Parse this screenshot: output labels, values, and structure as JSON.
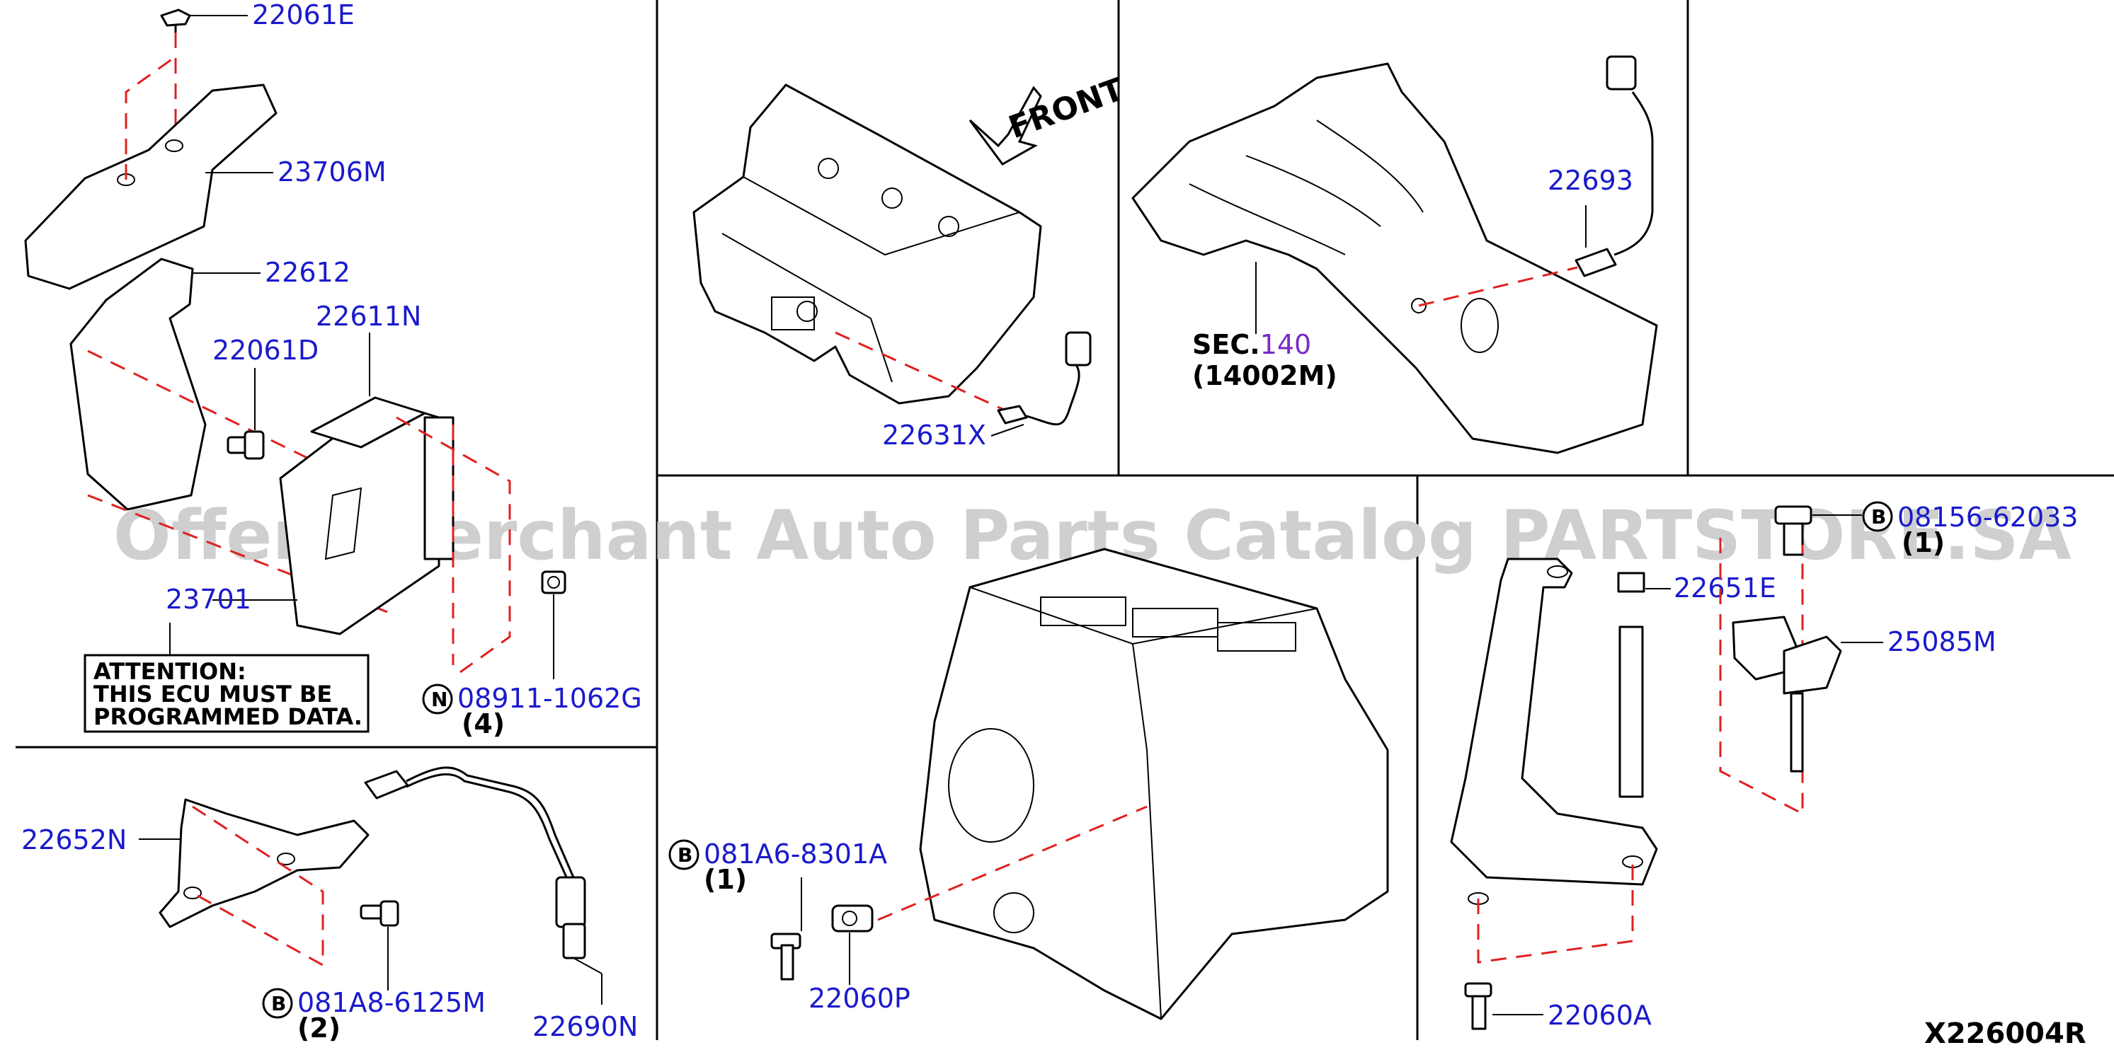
{
  "parts": {
    "p22061E": "22061E",
    "p23706M": "23706M",
    "p22612": "22612",
    "p22611N": "22611N",
    "p22061D": "22061D",
    "p23701": "23701",
    "p08911": "08911-1062G",
    "p22652N": "22652N",
    "p081A8": "081A8-6125M",
    "p22690N": "22690N",
    "p22631X": "22631X",
    "p22693": "22693",
    "p081A6": "081A6-8301A",
    "p22060P": "22060P",
    "p08156": "08156-62033",
    "p22651E": "22651E",
    "p25085M": "25085M",
    "p22060A": "22060A"
  },
  "quantities": {
    "q08911": "(4)",
    "q081A8": "(2)",
    "q081A6": "(1)",
    "q08156": "(1)"
  },
  "badges": {
    "n": "N",
    "b": "B"
  },
  "attention": {
    "line1": "ATTENTION:",
    "line2": "THIS ECU MUST BE",
    "line3": "PROGRAMMED DATA."
  },
  "front_label": "FRONT",
  "sec_ref": {
    "prefix": "SEC.",
    "number": "140",
    "sub": "(14002M)"
  },
  "diagram_code": "X226004R",
  "watermark": "Offers Merchant Auto Parts Catalog PARTSTORE.SA"
}
